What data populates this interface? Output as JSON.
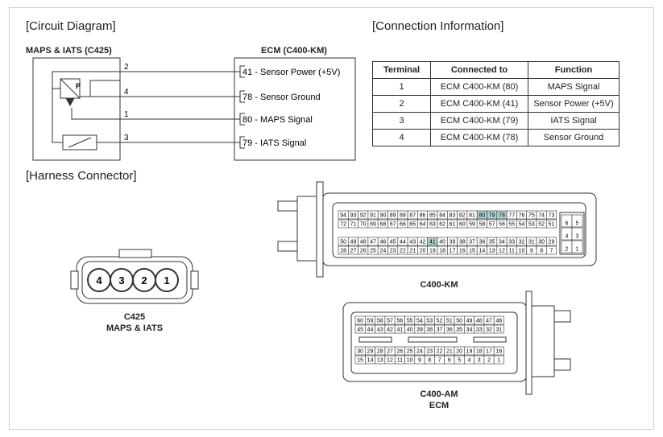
{
  "headings": {
    "circuit_diagram": "[Circuit Diagram]",
    "connection_information": "[Connection Information]",
    "harness_connector": "[Harness Connector]"
  },
  "circuit": {
    "sensor_label": "MAPS & IATS (C425)",
    "ecm_label": "ECM (C400-KM)",
    "sensor_symbol": "P",
    "wires": [
      {
        "pin": "2",
        "ecm_pin": "41",
        "ecm_text": " - Sensor Power (+5V)"
      },
      {
        "pin": "4",
        "ecm_pin": "78",
        "ecm_text": " - Sensor Ground"
      },
      {
        "pin": "1",
        "ecm_pin": "80",
        "ecm_text": " - MAPS Signal"
      },
      {
        "pin": "3",
        "ecm_pin": "79",
        "ecm_text": " - IATS Signal"
      }
    ]
  },
  "connection_table": {
    "headers": [
      "Terminal",
      "Connected to",
      "Function"
    ],
    "rows": [
      [
        "1",
        "ECM C400-KM (80)",
        "MAPS Signal"
      ],
      [
        "2",
        "ECM C400-KM (41)",
        "Sensor Power (+5V)"
      ],
      [
        "3",
        "ECM C400-KM (79)",
        "IATS Signal"
      ],
      [
        "4",
        "ECM C400-KM (78)",
        "Sensor Ground"
      ]
    ]
  },
  "c425": {
    "pins": [
      "4",
      "3",
      "2",
      "1"
    ],
    "caption_line1": "C425",
    "caption_line2": "MAPS & IATS"
  },
  "c400km": {
    "caption": "C400-KM",
    "row1": [
      "94",
      "93",
      "92",
      "91",
      "90",
      "89",
      "88",
      "87",
      "86",
      "85",
      "84",
      "83",
      "82",
      "81",
      "80",
      "79",
      "78",
      "77",
      "76",
      "75",
      "74",
      "73"
    ],
    "row2": [
      "72",
      "71",
      "70",
      "69",
      "68",
      "67",
      "66",
      "65",
      "64",
      "63",
      "62",
      "61",
      "60",
      "59",
      "58",
      "57",
      "56",
      "55",
      "54",
      "53",
      "52",
      "51"
    ],
    "row3": [
      "50",
      "49",
      "48",
      "47",
      "46",
      "45",
      "44",
      "43",
      "42",
      "41",
      "40",
      "39",
      "38",
      "37",
      "36",
      "35",
      "34",
      "33",
      "32",
      "31",
      "30",
      "29"
    ],
    "row4": [
      "28",
      "27",
      "26",
      "25",
      "24",
      "23",
      "22",
      "21",
      "20",
      "19",
      "18",
      "17",
      "16",
      "15",
      "14",
      "13",
      "12",
      "11",
      "10",
      "9",
      "8",
      "7"
    ],
    "highlighted": [
      "80",
      "79",
      "78",
      "41"
    ],
    "side_block": [
      [
        "6",
        "5"
      ],
      [
        "4",
        "3"
      ],
      [
        "2",
        "1"
      ]
    ]
  },
  "c400am": {
    "caption_line1": "C400-AM",
    "caption_line2": "ECM",
    "row1": [
      "60",
      "59",
      "58",
      "57",
      "56",
      "55",
      "54",
      "53",
      "52",
      "51",
      "50",
      "49",
      "48",
      "47",
      "46"
    ],
    "row2": [
      "45",
      "44",
      "43",
      "42",
      "41",
      "40",
      "39",
      "38",
      "37",
      "36",
      "35",
      "34",
      "33",
      "32",
      "31"
    ],
    "row3": [
      "30",
      "29",
      "28",
      "27",
      "26",
      "25",
      "24",
      "23",
      "22",
      "21",
      "20",
      "19",
      "18",
      "17",
      "16"
    ],
    "row4": [
      "15",
      "14",
      "13",
      "12",
      "11",
      "10",
      "9",
      "8",
      "7",
      "6",
      "5",
      "4",
      "3",
      "2",
      "1"
    ]
  },
  "colors": {
    "highlight": "#a9d2d2",
    "line": "#333333"
  }
}
